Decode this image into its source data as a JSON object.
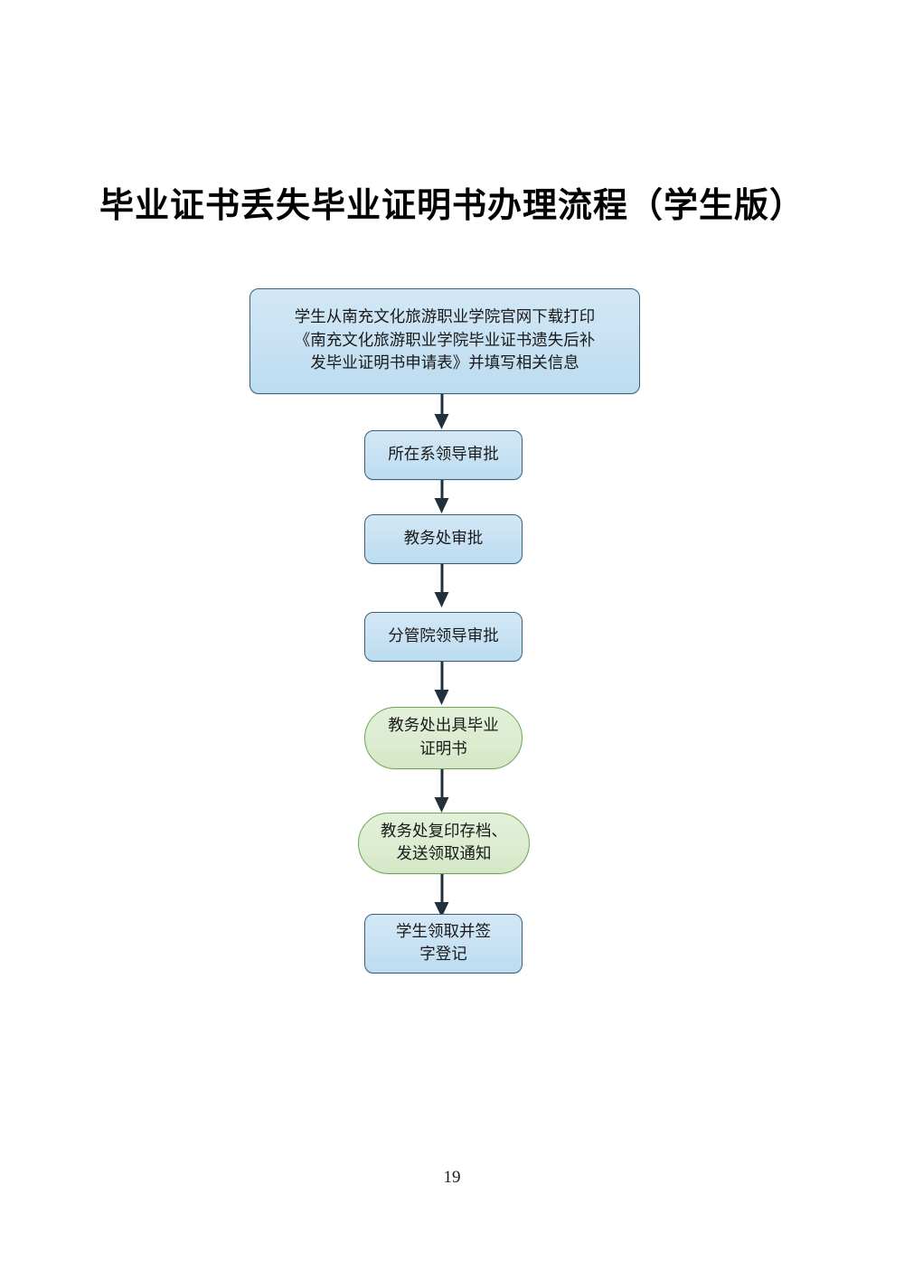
{
  "document": {
    "title": "毕业证书丢失毕业证明书办理流程（学生版）",
    "page_number": "19"
  },
  "theme": {
    "blue_fill": "#c7e1f3",
    "blue_border": "#3c5f7c",
    "green_fill": "#dcecd0",
    "green_border": "#6aa84f",
    "connector": "#22303c",
    "text": "#1a1a1a",
    "background": "#ffffff"
  },
  "chart_data": {
    "type": "diagram",
    "diagram_type": "flowchart",
    "title": "毕业证书丢失毕业证明书办理流程（学生版）",
    "orientation": "top-to-bottom",
    "nodes": [
      {
        "id": "step1",
        "order": 1,
        "label": "学生从南充文化旅游职业学院官网下载打印\n《南充文化旅游职业学院毕业证书遗失后补\n发毕业证明书申请表》并填写相关信息",
        "shape": "rounded-rect",
        "color": "blue"
      },
      {
        "id": "step2",
        "order": 2,
        "label": "所在系领导审批",
        "shape": "rounded-rect",
        "color": "blue"
      },
      {
        "id": "step3",
        "order": 3,
        "label": "教务处审批",
        "shape": "rounded-rect",
        "color": "blue"
      },
      {
        "id": "step4",
        "order": 4,
        "label": "分管院领导审批",
        "shape": "rounded-rect",
        "color": "blue"
      },
      {
        "id": "step5",
        "order": 5,
        "label": "教务处出具毕业\n证明书",
        "shape": "stadium",
        "color": "green"
      },
      {
        "id": "step6",
        "order": 6,
        "label": "教务处复印存档、\n发送领取通知",
        "shape": "stadium",
        "color": "green"
      },
      {
        "id": "step7",
        "order": 7,
        "label": "学生领取并签\n字登记",
        "shape": "rounded-rect",
        "color": "blue"
      }
    ],
    "edges": [
      {
        "from": "step1",
        "to": "step2",
        "style": "arrow"
      },
      {
        "from": "step2",
        "to": "step3",
        "style": "arrow"
      },
      {
        "from": "step3",
        "to": "step4",
        "style": "arrow"
      },
      {
        "from": "step4",
        "to": "step5",
        "style": "arrow"
      },
      {
        "from": "step5",
        "to": "step6",
        "style": "arrow"
      },
      {
        "from": "step6",
        "to": "step7",
        "style": "arrow"
      }
    ]
  }
}
